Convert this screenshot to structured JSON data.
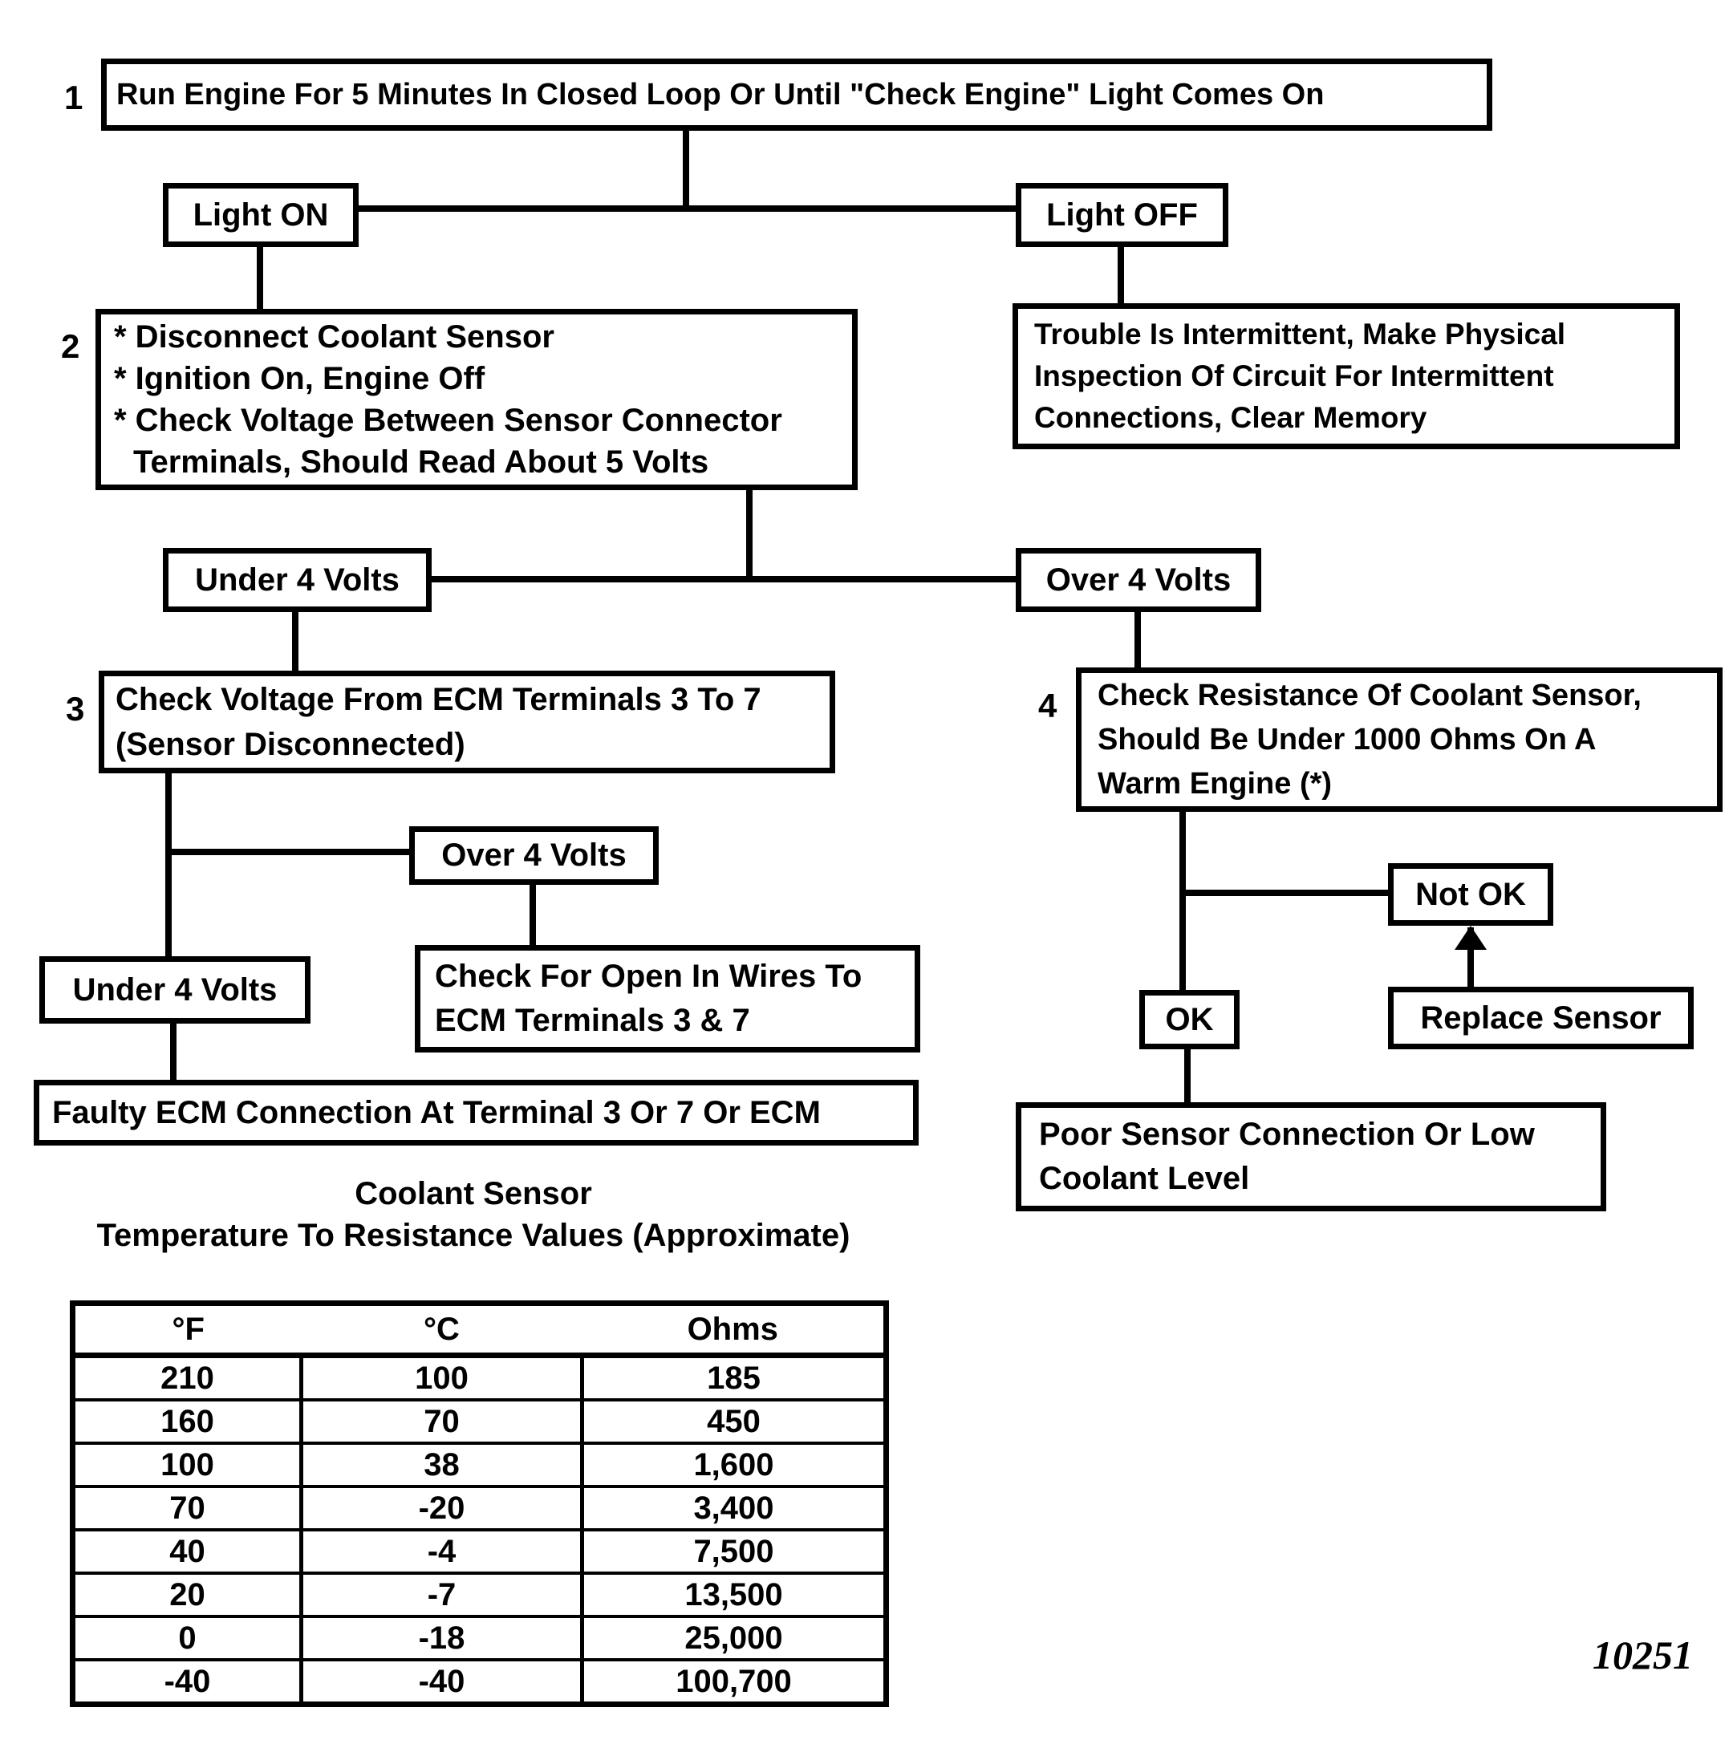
{
  "palette": {
    "ink": "#000000",
    "paper": "#ffffff"
  },
  "flowchart": {
    "step1": {
      "number": "1",
      "text": "Run Engine For 5 Minutes In Closed Loop Or Until \"Check Engine\" Light Comes On"
    },
    "light_on": {
      "label": "Light ON"
    },
    "light_off": {
      "label": "Light OFF"
    },
    "step2": {
      "number": "2",
      "lines": [
        "* Disconnect Coolant Sensor",
        "* Ignition On, Engine Off",
        "* Check Voltage Between Sensor Connector",
        "Terminals,  Should Read About 5 Volts"
      ]
    },
    "trouble_intermittent": {
      "lines": [
        "Trouble Is Intermittent, Make Physical",
        "Inspection Of Circuit For Intermittent",
        "Connections, Clear Memory"
      ]
    },
    "under_4_volts": {
      "label": "Under 4 Volts"
    },
    "over_4_volts": {
      "label": "Over 4 Volts"
    },
    "step3": {
      "number": "3",
      "lines": [
        "Check Voltage From ECM Terminals 3 To 7",
        "(Sensor Disconnected)"
      ]
    },
    "step4": {
      "number": "4",
      "lines": [
        "Check Resistance Of Coolant Sensor,",
        "Should Be Under 1000 Ohms On A",
        "Warm Engine (*)"
      ]
    },
    "over_4_volts_b": {
      "label": "Over 4 Volts"
    },
    "under_4_volts_b": {
      "label": "Under 4 Volts"
    },
    "check_open": {
      "lines": [
        "Check For Open In Wires To",
        "ECM Terminals 3 & 7"
      ]
    },
    "faulty_ecm": {
      "label": "Faulty ECM Connection At Terminal 3 Or 7 Or ECM"
    },
    "not_ok": {
      "label": "Not OK"
    },
    "ok": {
      "label": "OK"
    },
    "replace_sensor": {
      "label": "Replace Sensor"
    },
    "poor_connection": {
      "lines": [
        "Poor Sensor Connection Or Low",
        "Coolant Level"
      ]
    }
  },
  "resistance_table": {
    "title_lines": [
      "Coolant Sensor",
      "Temperature To Resistance Values (Approximate)"
    ],
    "headers": [
      "°F",
      "°C",
      "Ohms"
    ],
    "rows": [
      [
        "210",
        "100",
        "185"
      ],
      [
        "160",
        "70",
        "450"
      ],
      [
        "100",
        "38",
        "1,600"
      ],
      [
        "70",
        "-20",
        "3,400"
      ],
      [
        "40",
        "-4",
        "7,500"
      ],
      [
        "20",
        "-7",
        "13,500"
      ],
      [
        "0",
        "-18",
        "25,000"
      ],
      [
        "-40",
        "-40",
        "100,700"
      ]
    ]
  },
  "figure_number": "10251"
}
